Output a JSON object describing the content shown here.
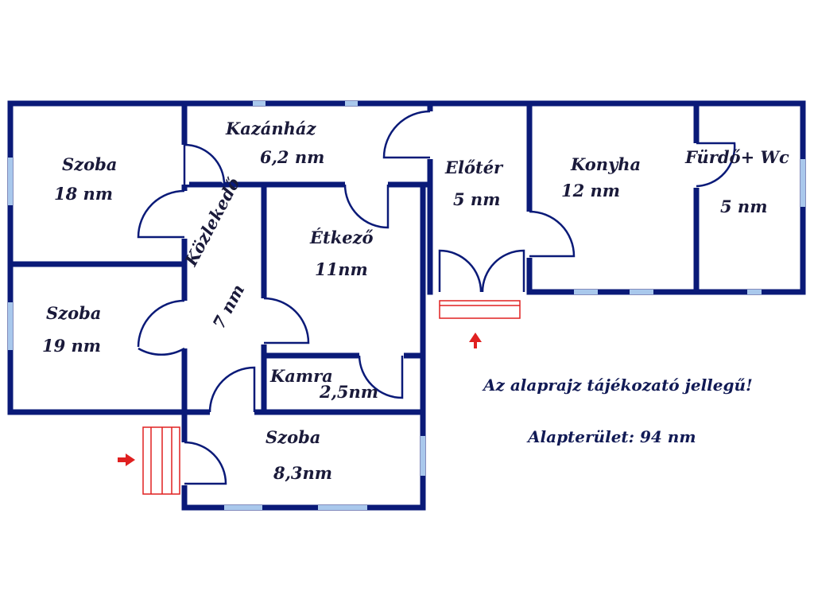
{
  "rooms": {
    "szoba1": {
      "name": "Szoba",
      "area": "18 nm"
    },
    "szoba2": {
      "name": "Szoba",
      "area": "19 nm"
    },
    "kazanhaz": {
      "name": "Kazánház",
      "area": "6,2 nm"
    },
    "kozlekedo": {
      "name": "Közlekedő",
      "area": "7 nm"
    },
    "etkezo": {
      "name": "Étkező",
      "area": "11nm"
    },
    "kamra": {
      "name": "Kamra",
      "area": "2,5nm"
    },
    "szoba3": {
      "name": "Szoba",
      "area": "8,3nm"
    },
    "eloter": {
      "name": "Előtér",
      "area": "5 nm"
    },
    "konyha": {
      "name": "Konyha",
      "area": "12 nm"
    },
    "furdo": {
      "name": "Fürdő+ Wc",
      "area": "5 nm"
    }
  },
  "notes": {
    "disclaimer": "Az alaprajz tájékozató jellegű!",
    "total_area": "Alapterület: 94 nm"
  },
  "colors": {
    "wall": "#0a1a78",
    "window": "#a9c8ec",
    "entrance_marker": "#e02020"
  }
}
